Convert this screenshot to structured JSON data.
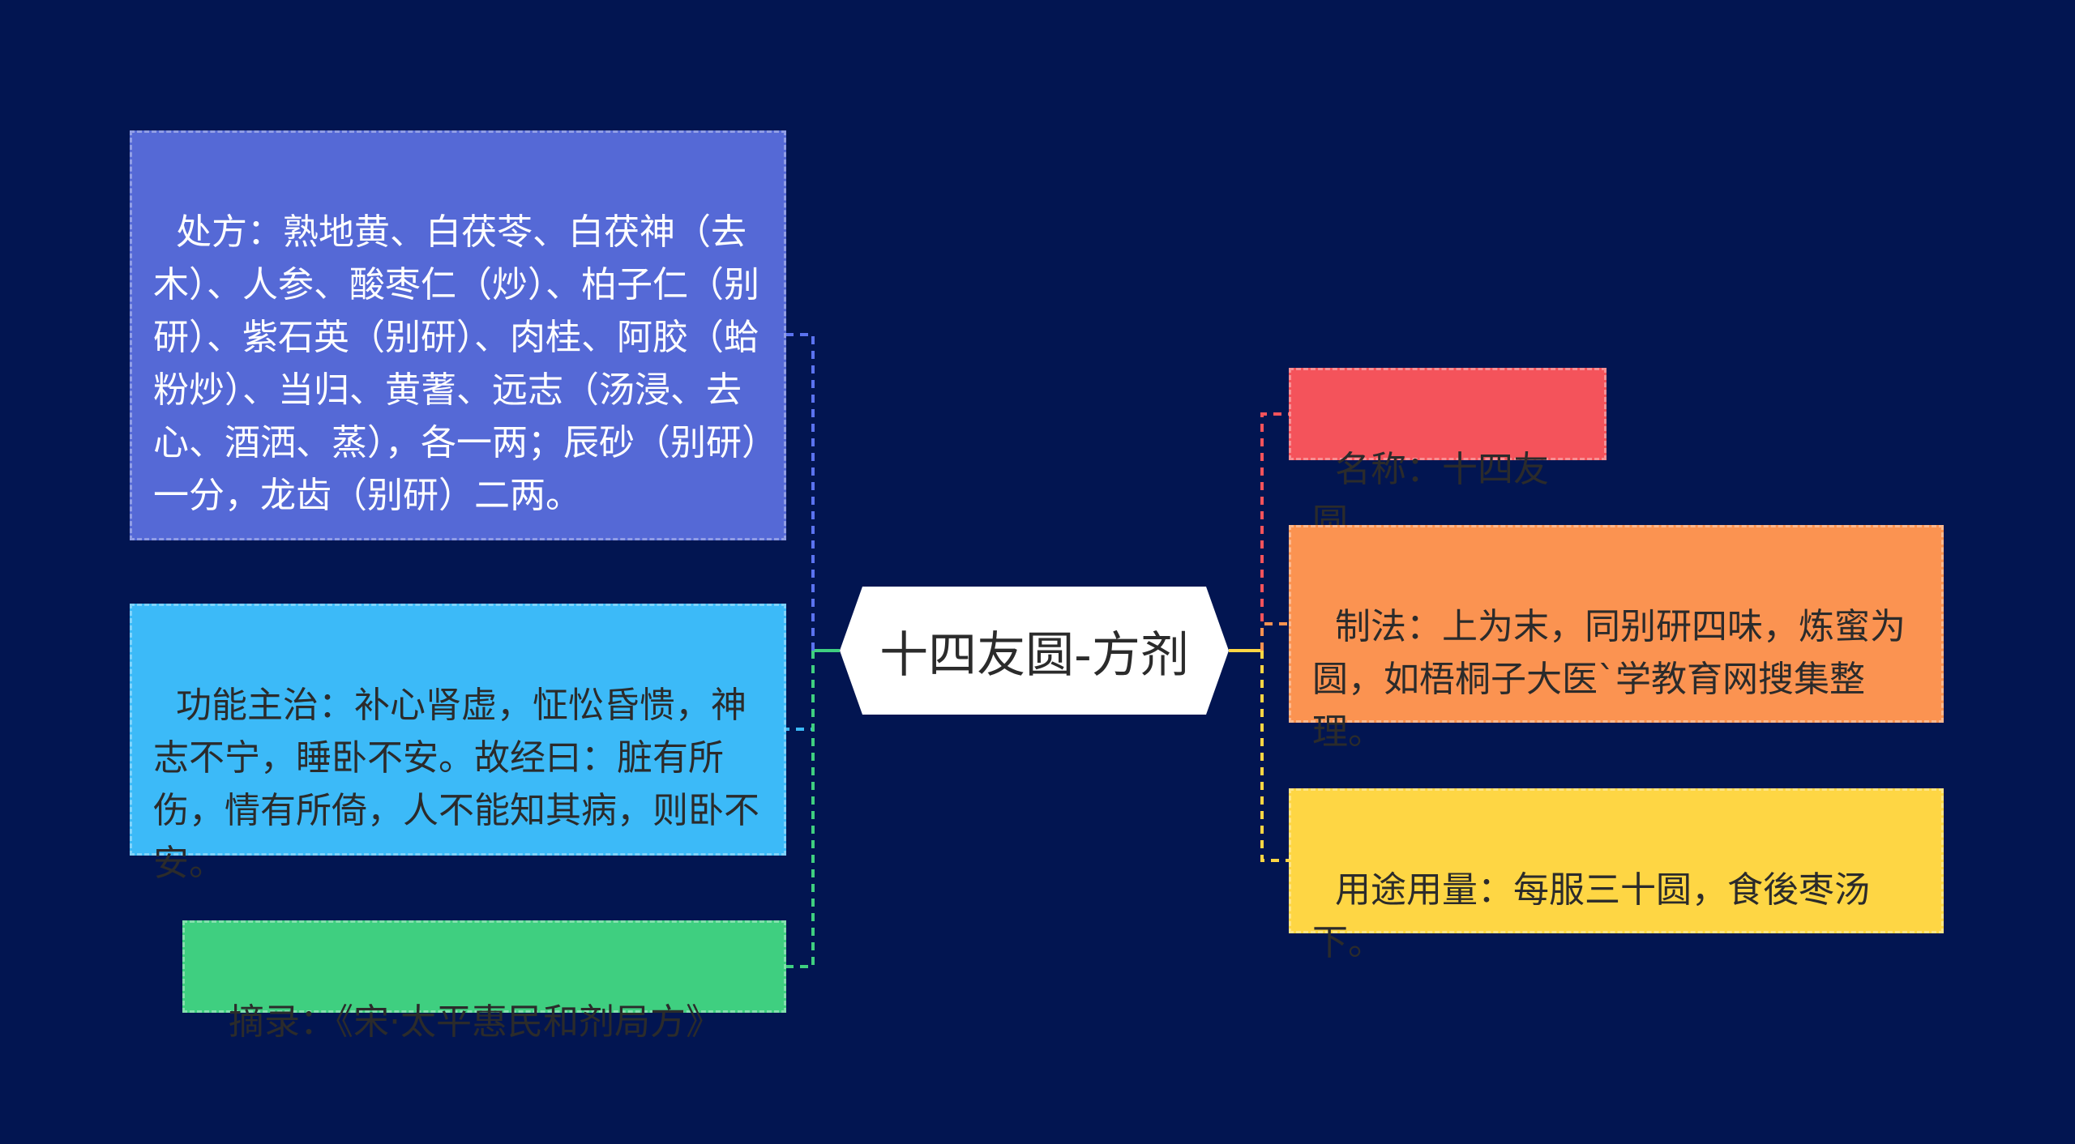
{
  "center": {
    "title": "十四友圆-方剂"
  },
  "left_nodes": [
    {
      "text": "处方：熟地黄、白茯苓、白茯神（去木）、人参、酸枣仁（炒）、柏子仁（别研）、紫石英（别研）、肉桂、阿胶（蛤粉炒）、当归、黄蓍、远志（汤浸、去心、酒洒、蒸），各一两；辰砂（别研）一分，龙齿（别研）二两。",
      "color": "#5569d6",
      "connector_color": "#5b73f0"
    },
    {
      "text": "功能主治：补心肾虚，怔忪昏愦，神志不宁，睡卧不安。故经曰：脏有所伤，情有所倚，人不能知其病，则卧不安。",
      "color": "#3cbaf8",
      "connector_color": "#3cbaf8"
    },
    {
      "text": "摘录：《宋·太平惠民和剂局方》",
      "color": "#3fcf80",
      "connector_color": "#3fcf80"
    }
  ],
  "right_nodes": [
    {
      "text": "名称：十四友圆",
      "color": "#f4535b",
      "connector_color": "#f4535b"
    },
    {
      "text": "制法：上为末，同别研四味，炼蜜为圆，如梧桐子大医`学教育网搜集整理。",
      "color": "#fb9351",
      "connector_color": "#fb9351"
    },
    {
      "text": "用途用量：每服三十圆，食後枣汤下。",
      "color": "#fed644",
      "connector_color": "#fed644"
    }
  ],
  "background_color": "#021551"
}
